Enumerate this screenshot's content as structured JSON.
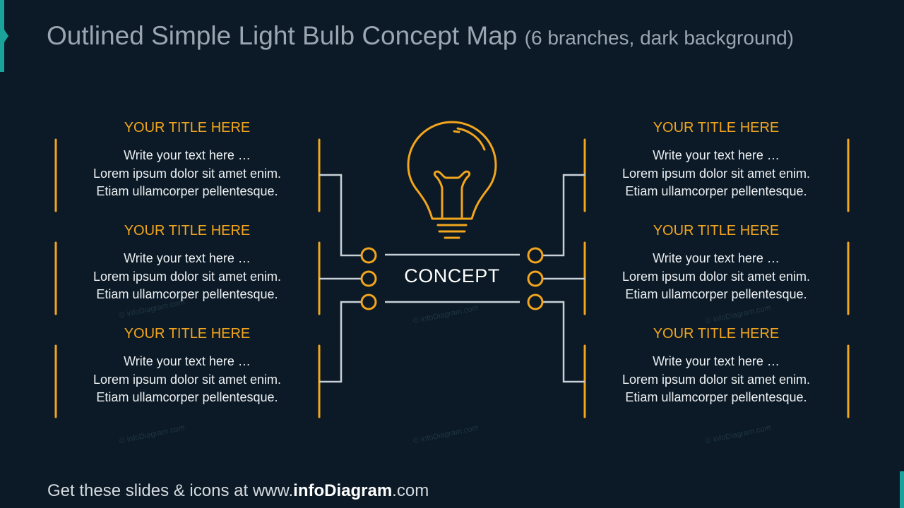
{
  "slide": {
    "title": "Outlined Simple Light Bulb Concept Map",
    "subtitle": "(6 branches, dark background)",
    "concept_label": "CONCEPT",
    "footer": {
      "prefix": "Get these slides & icons at www.",
      "brand": "infoDiagram",
      "suffix": ".com"
    },
    "watermark": "© infoDiagram.com"
  },
  "branches": {
    "left": [
      {
        "title": "YOUR TITLE HERE",
        "lines": [
          "Write your text here …",
          "Lorem ipsum dolor sit amet enim.",
          "Etiam ullamcorper pellentesque."
        ]
      },
      {
        "title": "YOUR TITLE HERE",
        "lines": [
          "Write your text here …",
          "Lorem ipsum dolor sit amet enim.",
          "Etiam ullamcorper pellentesque."
        ]
      },
      {
        "title": "YOUR TITLE HERE",
        "lines": [
          "Write your text here …",
          "Lorem ipsum dolor sit amet enim.",
          "Etiam ullamcorper pellentesque."
        ]
      }
    ],
    "right": [
      {
        "title": "YOUR TITLE HERE",
        "lines": [
          "Write your text here …",
          "Lorem ipsum dolor sit amet enim.",
          "Etiam ullamcorper pellentesque."
        ]
      },
      {
        "title": "YOUR TITLE HERE",
        "lines": [
          "Write your text here …",
          "Lorem ipsum dolor sit amet enim.",
          "Etiam ullamcorper pellentesque."
        ]
      },
      {
        "title": "YOUR TITLE HERE",
        "lines": [
          "Write your text here …",
          "Lorem ipsum dolor sit amet enim.",
          "Etiam ullamcorper pellentesque."
        ]
      }
    ]
  },
  "icons": {
    "central": "light-bulb-icon",
    "nodes": "circle-node-icon"
  },
  "colors": {
    "background": "#0b1a26",
    "accent": "#f2a51d",
    "connector": "#c9d0d8",
    "title_text": "#9aa6b2",
    "tab": "#1aa39a"
  }
}
